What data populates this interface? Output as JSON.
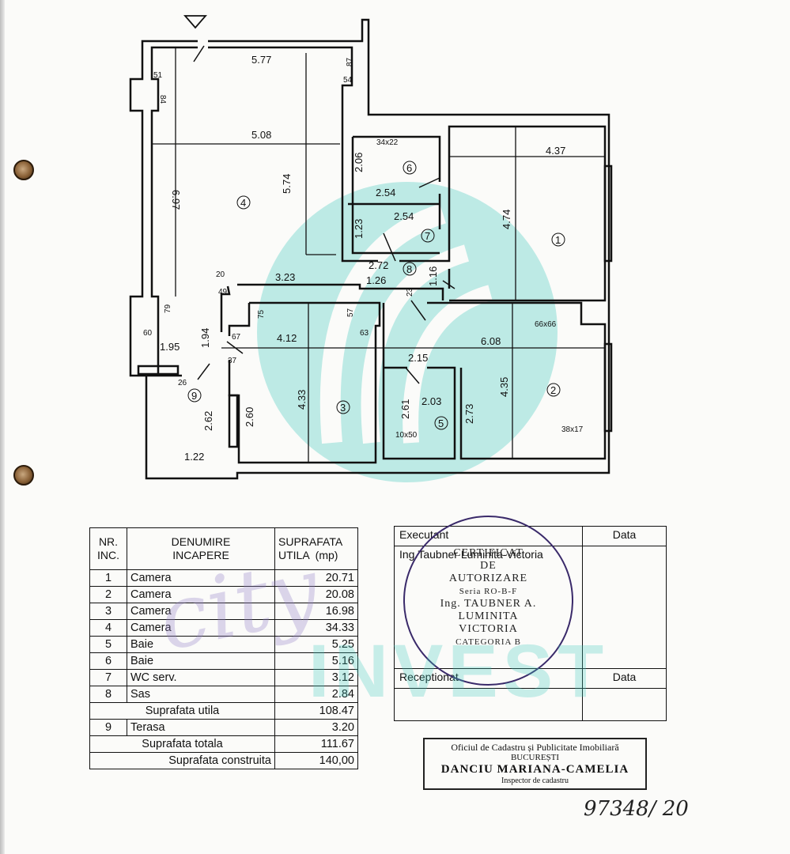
{
  "floor_plan": {
    "dimensions": {
      "top_width": "5.77",
      "room4_width": "5.08",
      "room4_height_left": "6.97",
      "room4_height_right": "5.74",
      "wall_87": "87",
      "wall_54": "54",
      "wall_51": "51",
      "wall_84": "84",
      "window_34x22": "34x22",
      "room6_height": "2.06",
      "room6_width": "2.54",
      "room7_width": "2.54",
      "room7_height": "1.23",
      "room1_width": "4.37",
      "room1_height": "4.74",
      "room8_width": "2.72",
      "room8_height": "1.16",
      "hall_width": "1.26",
      "hall_length": "3.23",
      "wall_20": "20",
      "wall_49": "49",
      "wall_23": "23",
      "wall_79": "79",
      "wall_60": "60",
      "entry_width": "1.95",
      "entry_height": "1.94",
      "wall_75": "75",
      "wall_57": "57",
      "wall_63": "63",
      "wall_67": "67",
      "wall_37": "37",
      "wall_26": "26",
      "room3_width": "4.12",
      "room3_height": "4.33",
      "room3_side": "2.60",
      "room9_height": "2.62",
      "room9_width": "1.22",
      "room2_width": "6.08",
      "room2_height": "4.35",
      "room2_side": "2.73",
      "shaft_66x66": "66x66",
      "niche_38x17": "38x17",
      "room5_door": "2.15",
      "room5_height": "2.61",
      "room5_width": "2.03",
      "niche_10x50": "10x50"
    },
    "room_numbers": [
      "1",
      "2",
      "3",
      "4",
      "5",
      "6",
      "7",
      "8",
      "9"
    ]
  },
  "rooms_table": {
    "headers": {
      "nr": [
        "NR.",
        "INC."
      ],
      "name": [
        "DENUMIRE",
        "INCAPERE"
      ],
      "area": [
        "SUPRAFATA",
        "UTILA  (mp)"
      ]
    },
    "rows": [
      {
        "nr": "1",
        "name": "Camera",
        "area": "20.71"
      },
      {
        "nr": "2",
        "name": "Camera",
        "area": "20.08"
      },
      {
        "nr": "3",
        "name": "Camera",
        "area": "16.98"
      },
      {
        "nr": "4",
        "name": "Camera",
        "area": "34.33"
      },
      {
        "nr": "5",
        "name": "Baie",
        "area": "5.25"
      },
      {
        "nr": "6",
        "name": "Baie",
        "area": "5.16"
      },
      {
        "nr": "7",
        "name": "WC serv.",
        "area": "3.12"
      },
      {
        "nr": "8",
        "name": "Sas",
        "area": "2.84"
      }
    ],
    "useful_total": {
      "label": "Suprafata utila",
      "value": "108.47"
    },
    "terrace": {
      "nr": "9",
      "name": "Terasa",
      "area": "3.20"
    },
    "total": {
      "label": "Suprafata totala",
      "value": "111.67"
    },
    "built": {
      "label": "Suprafata construita",
      "value": "140,00"
    }
  },
  "signatures": {
    "executant_label": "Executant",
    "executant_name": "Ing.Taubner Luminita-Victoria",
    "date_label": "Data",
    "receptionat_label": "Receptionat",
    "date_label_2": "Data"
  },
  "stamp": {
    "lines": [
      "CERTIFICAT",
      "DE",
      "AUTORIZARE",
      "Seria RO-B-F",
      "Ing. TAUBNER A.",
      "LUMINITA",
      "VICTORIA",
      "CATEGORIA B"
    ]
  },
  "cadastre_stamp": {
    "line1": "Oficiul de Cadastru și Publicitate Imobiliară",
    "line2": "BUCUREȘTI",
    "line3": "DANCIU MARIANA-CAMELIA",
    "line4": "Inspector de cadastru"
  },
  "handwritten_number": "97348/ 20",
  "watermark": {
    "script": "city",
    "word": "INVEST",
    "accent": "#3cc8be",
    "secondary": "#9682c8"
  }
}
